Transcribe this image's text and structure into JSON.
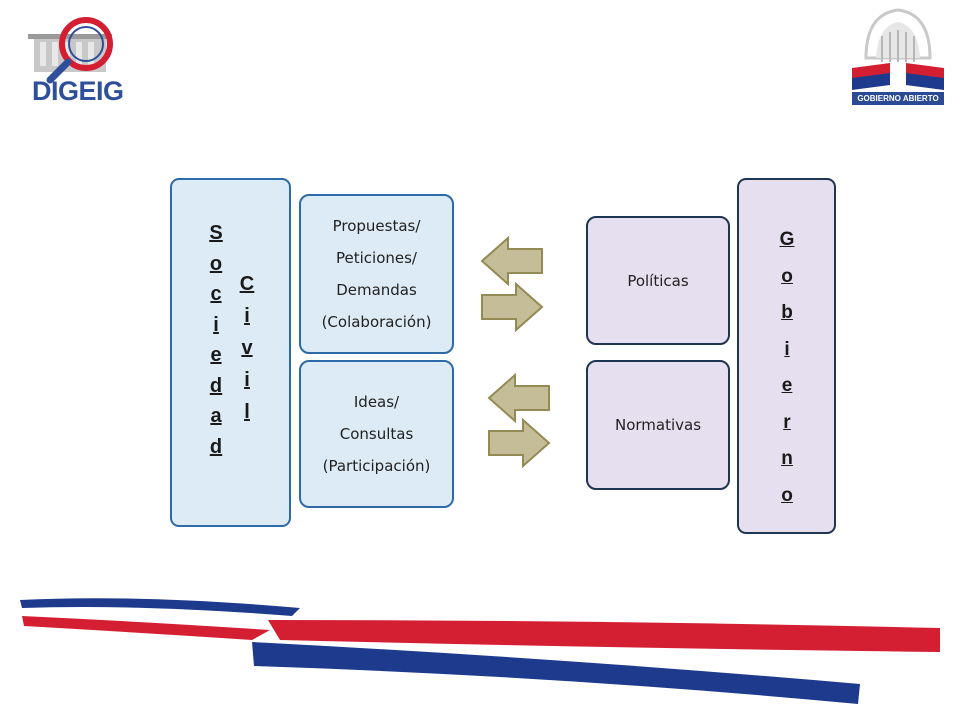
{
  "logos": {
    "left_text": "DIGEIG",
    "right_caption": "GOBIERNO ABIERTO"
  },
  "diagram": {
    "left_entity": {
      "word1": [
        "S",
        "o",
        "c",
        "i",
        "e",
        "d",
        "a",
        "d"
      ],
      "word2": [
        "C",
        "i",
        "v",
        "i",
        "l"
      ]
    },
    "right_entity": {
      "letters": [
        "G",
        "o",
        "b",
        "i",
        "e",
        "r",
        "n",
        "o"
      ]
    },
    "civil_boxes": [
      {
        "text": "Propuestas/\nPeticiones/\nDemandas\n(Colaboración)"
      },
      {
        "text": "Ideas/\nConsultas\n(Participación)"
      }
    ],
    "gov_boxes": [
      {
        "text": "Políticas"
      },
      {
        "text": "Normativas"
      }
    ]
  },
  "colors": {
    "civil_fill": "#dcebf5",
    "civil_border": "#2f6aa8",
    "gov_fill": "#e5dfef",
    "gov_border": "#1f3552",
    "arrow_fill": "#c4bd97",
    "arrow_border": "#948a54",
    "flag_blue": "#1e3a8c",
    "flag_red": "#d41f33"
  },
  "icons": {
    "left_logo": "magnifier-building-logo-icon",
    "right_logo": "capitol-dome-flag-logo-icon",
    "arrows": "block-arrow-icon"
  }
}
